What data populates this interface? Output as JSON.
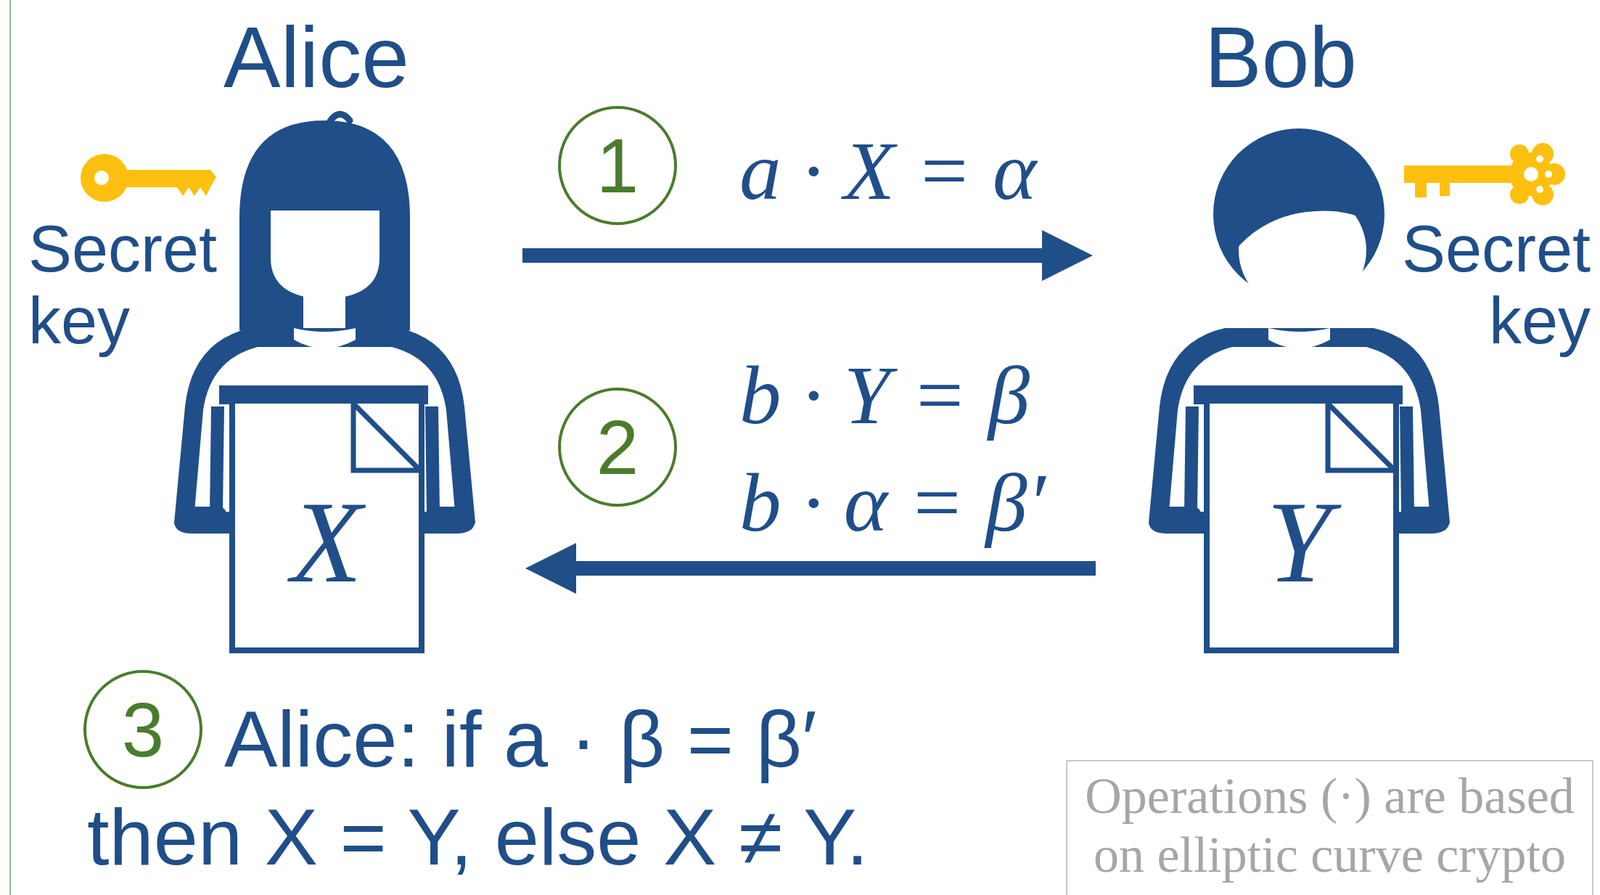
{
  "diagram": {
    "nodes": [
      {
        "text": [
          "Alice",
          "Secret key",
          "X"
        ]
      },
      {
        "text": [
          "1"
        ]
      },
      {
        "text": [
          "Bob",
          "Secret key",
          "Y"
        ]
      },
      {
        "text": [
          "2"
        ]
      },
      {
        "text": [
          "3"
        ]
      },
      {
        "text": [
          "Operations (·) are based on elliptic curve crypto"
        ]
      }
    ],
    "edges": [
      {
        "from": 0,
        "to": 2,
        "arrow": "to",
        "label": "a · X = α"
      },
      {
        "from": 2,
        "to": 0,
        "arrow": "to",
        "label": "b · Y = β"
      }
    ],
    "labels": [
      "b · α = β′",
      "Alice: if a · β = β′ then X = Y, else X ≠ Y."
    ]
  }
}
